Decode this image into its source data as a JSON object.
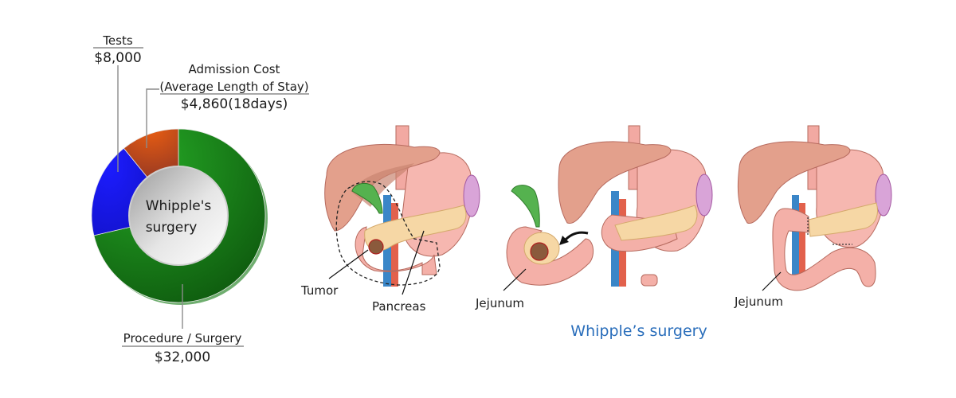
{
  "chart_data": {
    "type": "pie",
    "variant": "donut",
    "title": "",
    "center_label_lines": [
      "Whipple's",
      "surgery"
    ],
    "start": "top",
    "direction": "clockwise",
    "slices": [
      {
        "key": "procedure",
        "label": "Procedure / Surgery",
        "value": 32000,
        "value_label": "$32,000",
        "color": "#1f9a1f",
        "color_dark": "#0e5a0e"
      },
      {
        "key": "tests",
        "label": "Tests",
        "value": 8000,
        "value_label": "$8,000",
        "color": "#1a1aff",
        "color_dark": "#1010b0"
      },
      {
        "key": "admission",
        "label_lines": [
          "Admission Cost",
          "(Average Length of Stay)"
        ],
        "value": 4860,
        "value_label": "$4,860(18days)",
        "color": "#e05a16",
        "color_dark": "#a6401a"
      }
    ],
    "legend": "callout-labels"
  },
  "labels": {
    "tests_title": "Tests",
    "tests_value": "$8,000",
    "admission_line1": "Admission Cost",
    "admission_line2": "(Average Length of Stay)",
    "admission_value": "$4,860(18days)",
    "procedure_title": "Procedure / Surgery",
    "procedure_value": "$32,000",
    "center_line1": "Whipple's",
    "center_line2": "surgery"
  },
  "illustration": {
    "caption": "Whipple’s surgery",
    "caption_color": "#2a6ebb",
    "panels": [
      {
        "stage": "before",
        "annotations": [
          "Tumor",
          "Pancreas"
        ]
      },
      {
        "stage": "resection",
        "annotations": [
          "Jejunum"
        ]
      },
      {
        "stage": "reconstruction",
        "annotations": [
          "Jejunum"
        ]
      }
    ],
    "colors": {
      "liver": "#e3a08c",
      "liver_dark": "#c98571",
      "stomach": "#f6b7b0",
      "outline": "#b66a5e",
      "pancreas": "#f6d7a5",
      "spleen": "#d9a4d8",
      "gallbladder": "#55b24f",
      "vein": "#3a86c8",
      "artery": "#e2614c",
      "tumor": "#8b5a3c"
    }
  }
}
